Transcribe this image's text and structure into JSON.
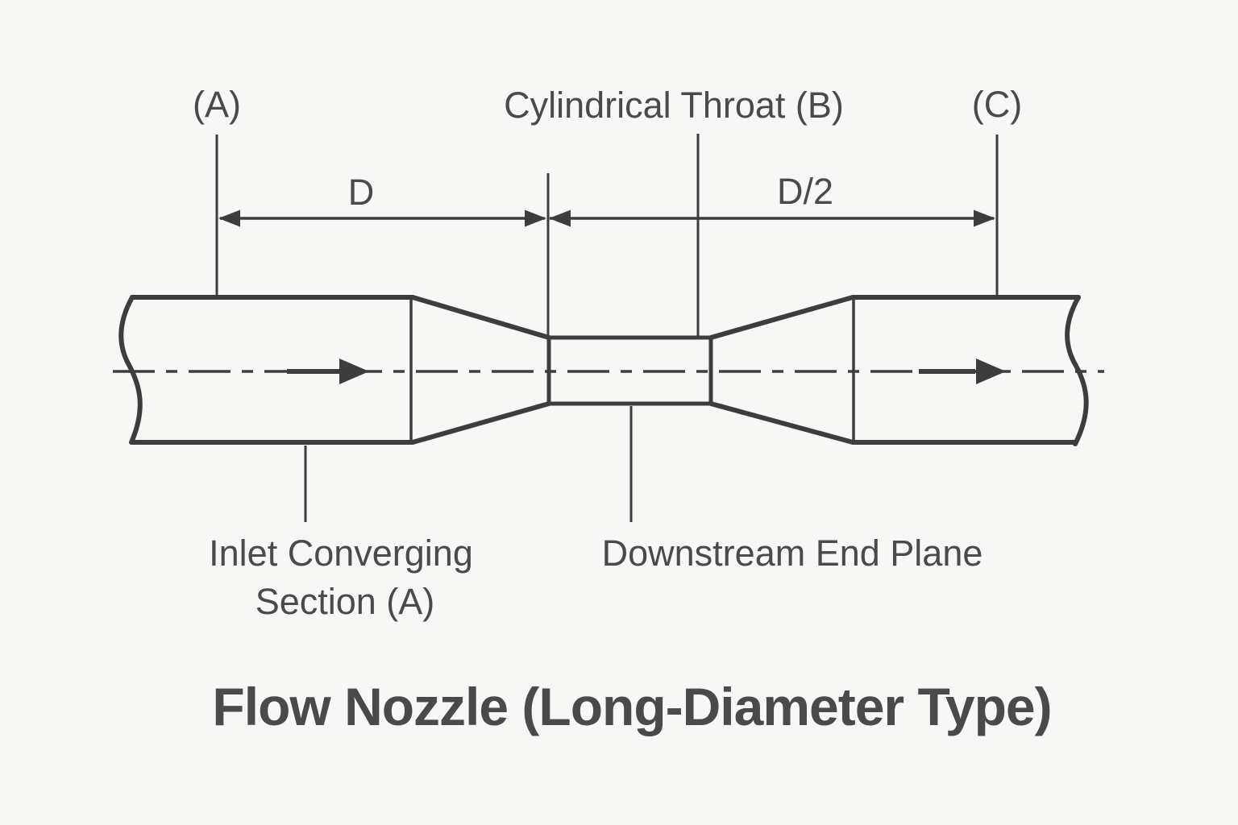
{
  "colors": {
    "background": "#f7f7f5",
    "line": "#3d3d3f",
    "text": "#4a4a4c"
  },
  "diagram": {
    "title": "Flow Nozzle (Long-Diameter Type)",
    "labels": {
      "point_a": "(A)",
      "cylindrical_throat": "Cylindrical Throat (B)",
      "point_c": "(C)",
      "inlet_converging_line1": "Inlet Converging",
      "inlet_converging_line2": "Section (A)",
      "downstream_end_plane": "Downstream End Plane"
    },
    "dimensions": {
      "upstream_tap_distance": "D",
      "downstream_tap_distance": "D/2"
    },
    "icons": {
      "flow_direction": "right-arrow"
    }
  }
}
